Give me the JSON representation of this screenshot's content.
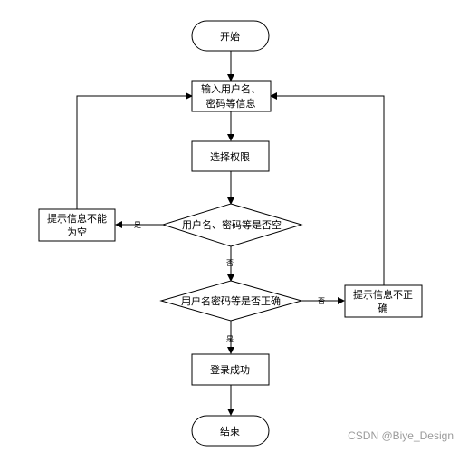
{
  "nodes": {
    "start": "开始",
    "input_line1": "输入用户名、",
    "input_line2": "密码等信息",
    "select_permission": "选择权限",
    "check_empty": "用户名、密码等是否空",
    "check_correct": "用户名密码等是否正确",
    "prompt_empty_line1": "提示信息不能",
    "prompt_empty_line2": "为空",
    "prompt_incorrect_line1": "提示信息不正",
    "prompt_incorrect_line2": "确",
    "login_success": "登录成功",
    "end": "结束"
  },
  "edge_labels": {
    "empty_yes": "是",
    "empty_no": "否",
    "correct_no": "否",
    "correct_yes": "是"
  },
  "watermark": "CSDN @Biye_Design"
}
